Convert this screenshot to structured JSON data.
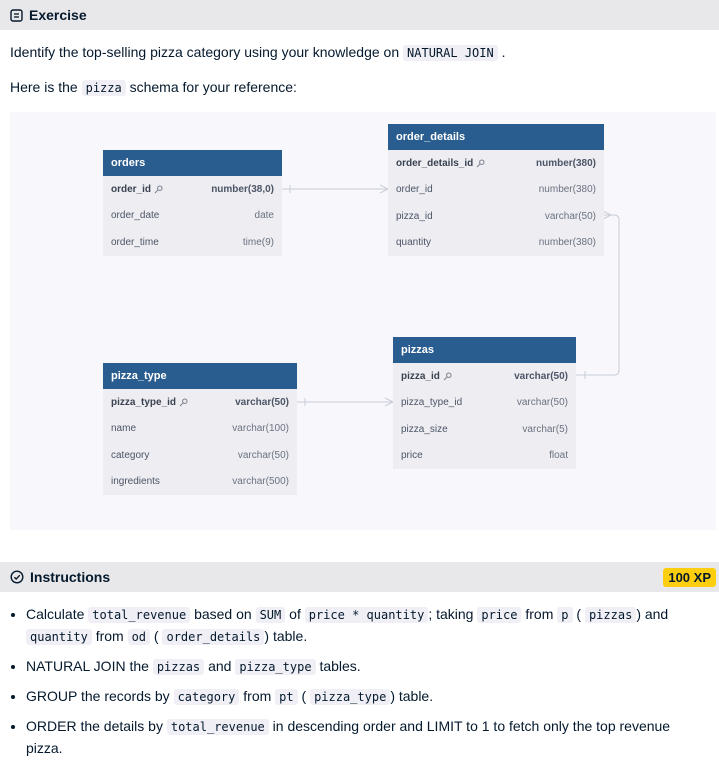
{
  "exercise": {
    "header_title": "Exercise",
    "intro_prefix": "Identify the top-selling pizza category using your knowledge on",
    "intro_code": "NATURAL JOIN",
    "intro_suffix": ".",
    "schema_prefix": "Here is the",
    "schema_code": "pizza",
    "schema_suffix": "schema for your reference:"
  },
  "schema": {
    "tables": {
      "orders": {
        "name": "orders",
        "rows": [
          {
            "field": "order_id",
            "type": "number(38,0)",
            "pk": true
          },
          {
            "field": "order_date",
            "type": "date"
          },
          {
            "field": "order_time",
            "type": "time(9)"
          }
        ]
      },
      "order_details": {
        "name": "order_details",
        "rows": [
          {
            "field": "order_details_id",
            "type": "number(380)",
            "pk": true
          },
          {
            "field": "order_id",
            "type": "number(380)"
          },
          {
            "field": "pizza_id",
            "type": "varchar(50)"
          },
          {
            "field": "quantity",
            "type": "number(380)"
          }
        ]
      },
      "pizza_type": {
        "name": "pizza_type",
        "rows": [
          {
            "field": "pizza_type_id",
            "type": "varchar(50)",
            "pk": true
          },
          {
            "field": "name",
            "type": "varchar(100)"
          },
          {
            "field": "category",
            "type": "varchar(50)"
          },
          {
            "field": "ingredients",
            "type": "varchar(500)"
          }
        ]
      },
      "pizzas": {
        "name": "pizzas",
        "rows": [
          {
            "field": "pizza_id",
            "type": "varchar(50)",
            "pk": true
          },
          {
            "field": "pizza_type_id",
            "type": "varchar(50)"
          },
          {
            "field": "pizza_size",
            "type": "varchar(5)"
          },
          {
            "field": "price",
            "type": "float"
          }
        ]
      }
    },
    "colors": {
      "table_header": "#2a5d8f",
      "table_body": "#ededf2",
      "canvas": "#f7f7fc",
      "connector": "#c9ccd6"
    }
  },
  "instructions": {
    "header_title": "Instructions",
    "xp": "100 XP",
    "items": [
      {
        "t1": "Calculate",
        "c1": "total_revenue",
        "t2": "based on",
        "c2": "SUM",
        "t3": "of",
        "c3": "price * quantity",
        "t4": "; taking",
        "c4": "price",
        "t5": "from",
        "c5": "p",
        "t6": "(",
        "c6": "pizzas",
        "t7": ") and",
        "c7": "quantity",
        "t8": "from",
        "c8": "od",
        "t9": "(",
        "c9": "order_details",
        "t10": ") table."
      },
      {
        "t1": "NATURAL JOIN the",
        "c1": "pizzas",
        "t2": "and",
        "c2": "pizza_type",
        "t3": "tables."
      },
      {
        "t1": "GROUP the records by",
        "c1": "category",
        "t2": "from",
        "c2": "pt",
        "t3": "(",
        "c3": "pizza_type",
        "t4": ") table."
      },
      {
        "t1": "ORDER the details by",
        "c1": "total_revenue",
        "t2": "in descending order and LIMIT to 1 to fetch only the top revenue pizza."
      }
    ]
  },
  "icons": {
    "exercise": "notebook-icon",
    "instructions": "check-circle-icon",
    "key": "key-icon"
  },
  "accent": {
    "xp_badge": "#fcce0d",
    "header_bg": "#e8e8ea"
  }
}
